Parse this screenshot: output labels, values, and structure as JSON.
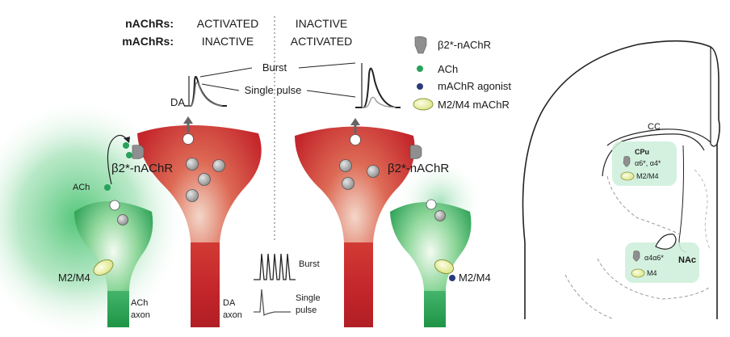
{
  "header": {
    "nachrs_label": "nAChRs:",
    "machrs_label": "mAChRs:",
    "left": {
      "nachrs": "ACTIVATED",
      "machrs": "INACTIVE"
    },
    "right": {
      "nachrs": "INACTIVE",
      "machrs": "ACTIVATED"
    }
  },
  "legend": {
    "items": [
      {
        "icon": "receptor-icon",
        "color": "#8f8f8f",
        "label": "β2*-nAChR"
      },
      {
        "icon": "ach-dot-icon",
        "color": "#27a35a",
        "label": "ACh"
      },
      {
        "icon": "agonist-dot-icon",
        "color": "#2b3a7a",
        "label": "mAChR agonist"
      },
      {
        "icon": "m2m4-oval-icon",
        "color": "#e4ec9a",
        "label": "M2/M4 mAChR"
      }
    ]
  },
  "traces": {
    "burst": "Burst",
    "single_pulse": "Single pulse",
    "da": "DA"
  },
  "left_panel": {
    "b2_label": "β2*-nAChR",
    "ach_label": "ACh",
    "m2m4_label": "M2/M4",
    "ach_axon": [
      "ACh",
      "axon"
    ],
    "da_axon": [
      "DA",
      "axon"
    ]
  },
  "right_panel": {
    "b2_label": "β2*-nAChR",
    "m2m4_label": "M2/M4"
  },
  "firing_legend": {
    "burst": "Burst",
    "single": [
      "Single",
      "pulse"
    ]
  },
  "brain": {
    "cc": "CC",
    "cpu": "CPu",
    "cpu_subunits": "α6*, α4*",
    "cpu_m": "M2/M4",
    "nac": "NAc",
    "nac_subunits": "α4α6*",
    "nac_m": "M4"
  },
  "colors": {
    "da_red": "#c4262b",
    "ach_green": "#1f9a4a",
    "glow_green": "#7fd69a",
    "brain_region": "#cdeedb"
  }
}
